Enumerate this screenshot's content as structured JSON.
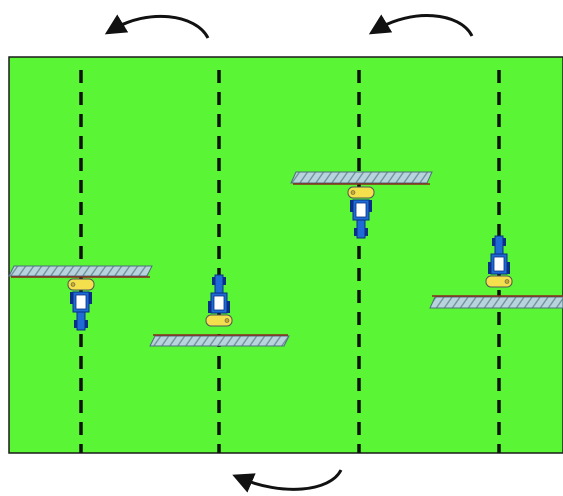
{
  "colors": {
    "field": "#5af535",
    "field_border": "#1a1a1a",
    "track_line": "#111111",
    "tractor_body": "#1f6bd6",
    "tractor_dark": "#0b2f86",
    "cab": "#ffffff",
    "tank": "#f4e04d",
    "boom_fill": "#b9d3dc",
    "boom_hatch": "#6a8f9c",
    "boom_trail": "#8a2b1a",
    "arrow": "#111111"
  },
  "diagram": {
    "description_elements": {
      "tractors": [
        {
          "id": "tractor-1",
          "heading": "down"
        },
        {
          "id": "tractor-2",
          "heading": "up"
        },
        {
          "id": "tractor-3",
          "heading": "down"
        },
        {
          "id": "tractor-4",
          "heading": "up"
        }
      ],
      "turn_arrows": [
        {
          "id": "turn-arrow-top-left",
          "direction": "counterclockwise"
        },
        {
          "id": "turn-arrow-top-right",
          "direction": "counterclockwise"
        },
        {
          "id": "turn-arrow-bottom",
          "direction": "clockwise"
        }
      ]
    }
  }
}
